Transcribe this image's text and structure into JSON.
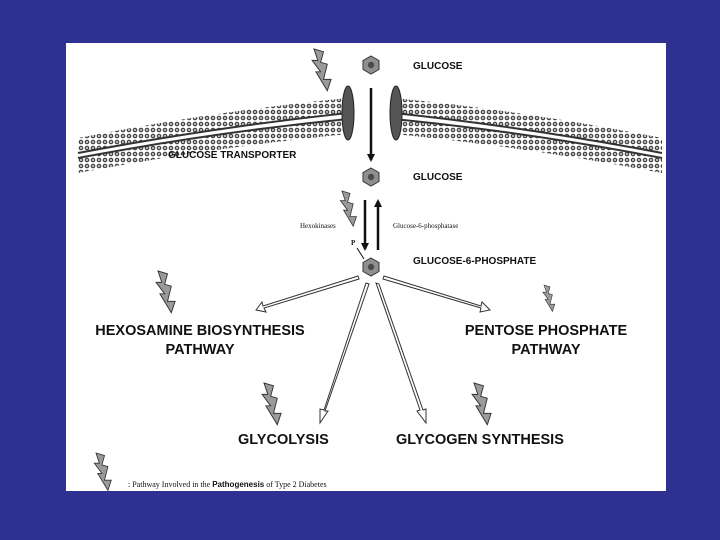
{
  "labels": {
    "glucose_outside": "GLUCOSE",
    "transporter": "GLUCOSE TRANSPORTER",
    "glucose_inside": "GLUCOSE",
    "hexokinases": "Hexokinases",
    "g6pase": "Glucose-6-phosphatase",
    "phosphate": "P",
    "g6p": "GLUCOSE-6-PHOSPHATE",
    "hexosamine_line1": "HEXOSAMINE BIOSYNTHESIS",
    "hexosamine_line2": "PATHWAY",
    "pentose_line1": "PENTOSE PHOSPHATE",
    "pentose_line2": "PATHWAY",
    "glycolysis": "GLYCOLYSIS",
    "glycogen": "GLYCOGEN SYNTHESIS"
  },
  "legend": {
    "prefix": ": Pathway Involved in the ",
    "emphasis": "Pathogenesis",
    "suffix": " of Type 2 Diabetes"
  },
  "colors": {
    "background": "#2e3192",
    "panel": "#ffffff",
    "ink": "#111111",
    "bolt_fill": "#9a9a9a"
  },
  "icons": {
    "pathway_marker": "lightning-bolt-icon",
    "glucose_molecule": "hexagon-molecule-icon"
  }
}
